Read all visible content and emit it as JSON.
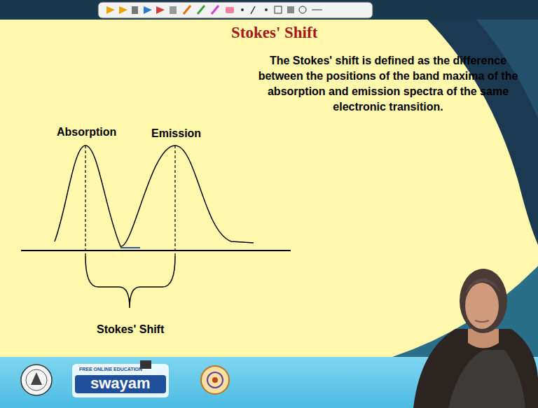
{
  "diagram": {
    "title": "Stokes' Shift",
    "labels": [
      "Absorption",
      "Emission",
      "Stokes' Shift",
      "The Stokes' shift is defined as the difference between the positions of the band maxima of the absorption and emission spectra of the same electronic transition.",
      "FREE ONLINE EDUCATION",
      "swayam"
    ]
  }
}
